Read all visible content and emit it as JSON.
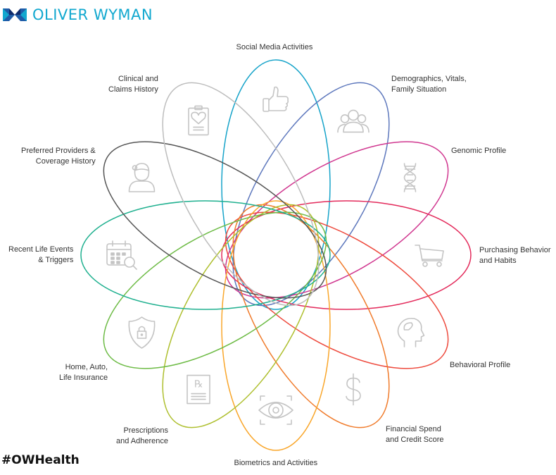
{
  "brand": {
    "name": "OLIVER WYMAN",
    "logo_colors": [
      "#0e2a6b",
      "#1f5ca8",
      "#12a8cf",
      "#8fd3ea"
    ],
    "text_color": "#12a8cf"
  },
  "hashtag": "#OWHealth",
  "diagram": {
    "petals": [
      {
        "id": "social",
        "lines": [
          "Social Media Activities"
        ],
        "color": "#16a3c9",
        "icon": "thumbs-up-icon",
        "angle_deg": 0
      },
      {
        "id": "demographics",
        "lines": [
          "Demographics, Vitals,",
          "Family Situation"
        ],
        "color": "#5e78bd",
        "icon": "group-icon",
        "angle_deg": 30
      },
      {
        "id": "genomic",
        "lines": [
          "Genomic Profile"
        ],
        "color": "#d0368f",
        "icon": "dna-icon",
        "angle_deg": 60
      },
      {
        "id": "purchasing",
        "lines": [
          "Purchasing Behavior",
          "and Habits"
        ],
        "color": "#e32a5b",
        "icon": "shopping-cart-icon",
        "angle_deg": 90
      },
      {
        "id": "behavioral",
        "lines": [
          "Behavioral Profile"
        ],
        "color": "#ee4a3d",
        "icon": "head-icon",
        "angle_deg": 120
      },
      {
        "id": "financial",
        "lines": [
          "Financial Spend",
          "and Credit Score"
        ],
        "color": "#f07b2b",
        "icon": "dollar-icon",
        "angle_deg": 150
      },
      {
        "id": "biometrics",
        "lines": [
          "Biometrics and Activities"
        ],
        "color": "#f9a62a",
        "icon": "eye-scan-icon",
        "angle_deg": 180
      },
      {
        "id": "prescriptions",
        "lines": [
          "Prescriptions",
          "and Adherence"
        ],
        "color": "#aebf2e",
        "icon": "prescription-icon",
        "angle_deg": 210
      },
      {
        "id": "insurance",
        "lines": [
          "Home, Auto,",
          "Life Insurance"
        ],
        "color": "#6dbb45",
        "icon": "shield-lock-icon",
        "angle_deg": 240
      },
      {
        "id": "life-events",
        "lines": [
          "Recent Life Events",
          "& Triggers"
        ],
        "color": "#1fb08f",
        "icon": "calendar-search-icon",
        "angle_deg": 270
      },
      {
        "id": "providers",
        "lines": [
          "Preferred Providers &",
          "Coverage History"
        ],
        "color": "#555555",
        "icon": "doctor-icon",
        "angle_deg": 300
      },
      {
        "id": "clinical",
        "lines": [
          "Clinical and",
          "Claims History"
        ],
        "color": "#bdbdbd",
        "icon": "clipboard-heart-icon",
        "angle_deg": 330
      }
    ],
    "icon_color": "#c4c4c4"
  }
}
